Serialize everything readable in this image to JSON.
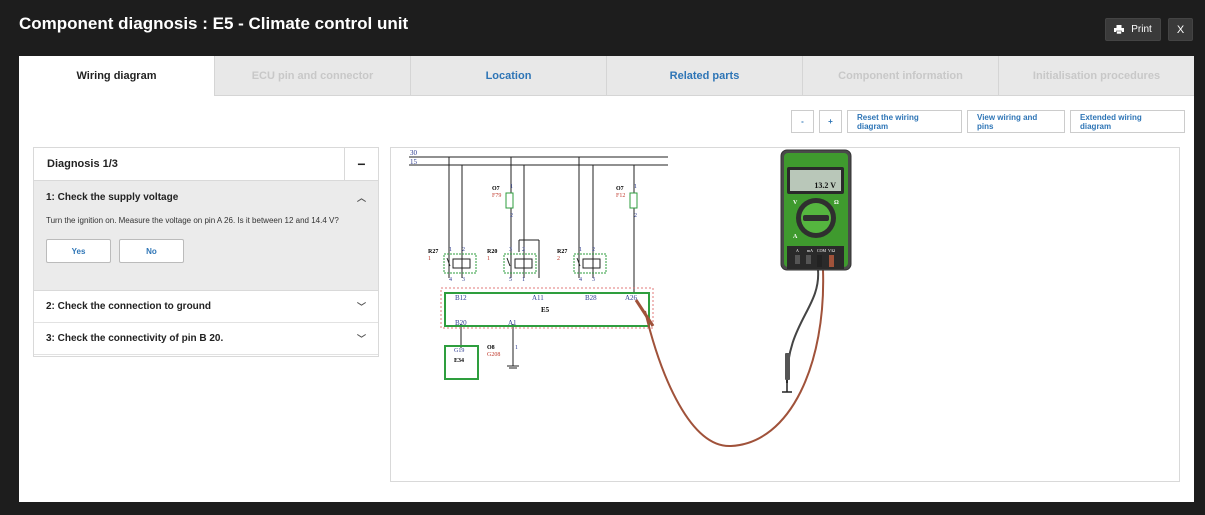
{
  "header": {
    "title": "Component diagnosis : E5 - Climate control unit",
    "print_label": "Print",
    "close_label": "X"
  },
  "tabs": [
    {
      "label": "Wiring diagram",
      "state": "active"
    },
    {
      "label": "ECU pin and connector",
      "state": "disabled"
    },
    {
      "label": "Location",
      "state": "link"
    },
    {
      "label": "Related parts",
      "state": "link"
    },
    {
      "label": "Component information",
      "state": "disabled"
    },
    {
      "label": "Initialisation procedures",
      "state": "disabled"
    }
  ],
  "toolbar": {
    "zoom_out": "-",
    "zoom_in": "+",
    "reset": "Reset the wiring diagram",
    "view_pins": "View wiring and pins",
    "extended": "Extended wiring diagram"
  },
  "diagnosis": {
    "title": "Diagnosis 1/3",
    "collapse_symbol": "−",
    "steps": [
      {
        "label": "1: Check the supply voltage",
        "expanded": true,
        "instruction": "Turn the ignition on. Measure the voltage on pin A 26. Is it between 12 and 14.4 V?",
        "yes": "Yes",
        "no": "No"
      },
      {
        "label": "2: Check the connection to ground",
        "expanded": false
      },
      {
        "label": "3: Check the connectivity of pin B 20.",
        "expanded": false
      }
    ]
  },
  "diagram": {
    "bus_labels": [
      "30",
      "15"
    ],
    "fuses": [
      {
        "code": "O7",
        "ref": "F79",
        "pin_top": "1",
        "pin_bottom": "2"
      },
      {
        "code": "O7",
        "ref": "F12",
        "pin_top": "1",
        "pin_bottom": "2"
      }
    ],
    "relays": [
      {
        "code": "R27",
        "num": "1",
        "pins_top": [
          "1",
          "2"
        ],
        "pins_bottom": [
          "4",
          "3"
        ]
      },
      {
        "code": "R20",
        "num": "1",
        "pins_top": [
          "3",
          "2"
        ],
        "pins_bottom": [
          "5",
          "1"
        ]
      },
      {
        "code": "R27",
        "num": "2",
        "pins_top": [
          "1",
          "2"
        ],
        "pins_bottom": [
          "4",
          "3"
        ]
      }
    ],
    "ecu": {
      "name": "E5",
      "pins_top": [
        "B12",
        "A11",
        "B28",
        "A26"
      ],
      "pins_bottom": [
        "B20",
        "A1"
      ]
    },
    "connector": {
      "pin": "G19",
      "name": "E34"
    },
    "ground": {
      "code": "O8",
      "ref": "G208",
      "pin": "1"
    },
    "multimeter": {
      "reading": "13.2 V",
      "dial_labels": [
        "V",
        "Ω",
        "A"
      ],
      "jack_labels": [
        "A",
        "mA",
        "COM",
        "V/Ω"
      ]
    }
  },
  "colors": {
    "link": "#2e75b6",
    "ref_red": "#c0392b",
    "pin_blue": "#2b3a8f",
    "component_green": "#2e9e3e",
    "meter_green": "#3f9a2e",
    "probe_red": "#a0523a"
  }
}
